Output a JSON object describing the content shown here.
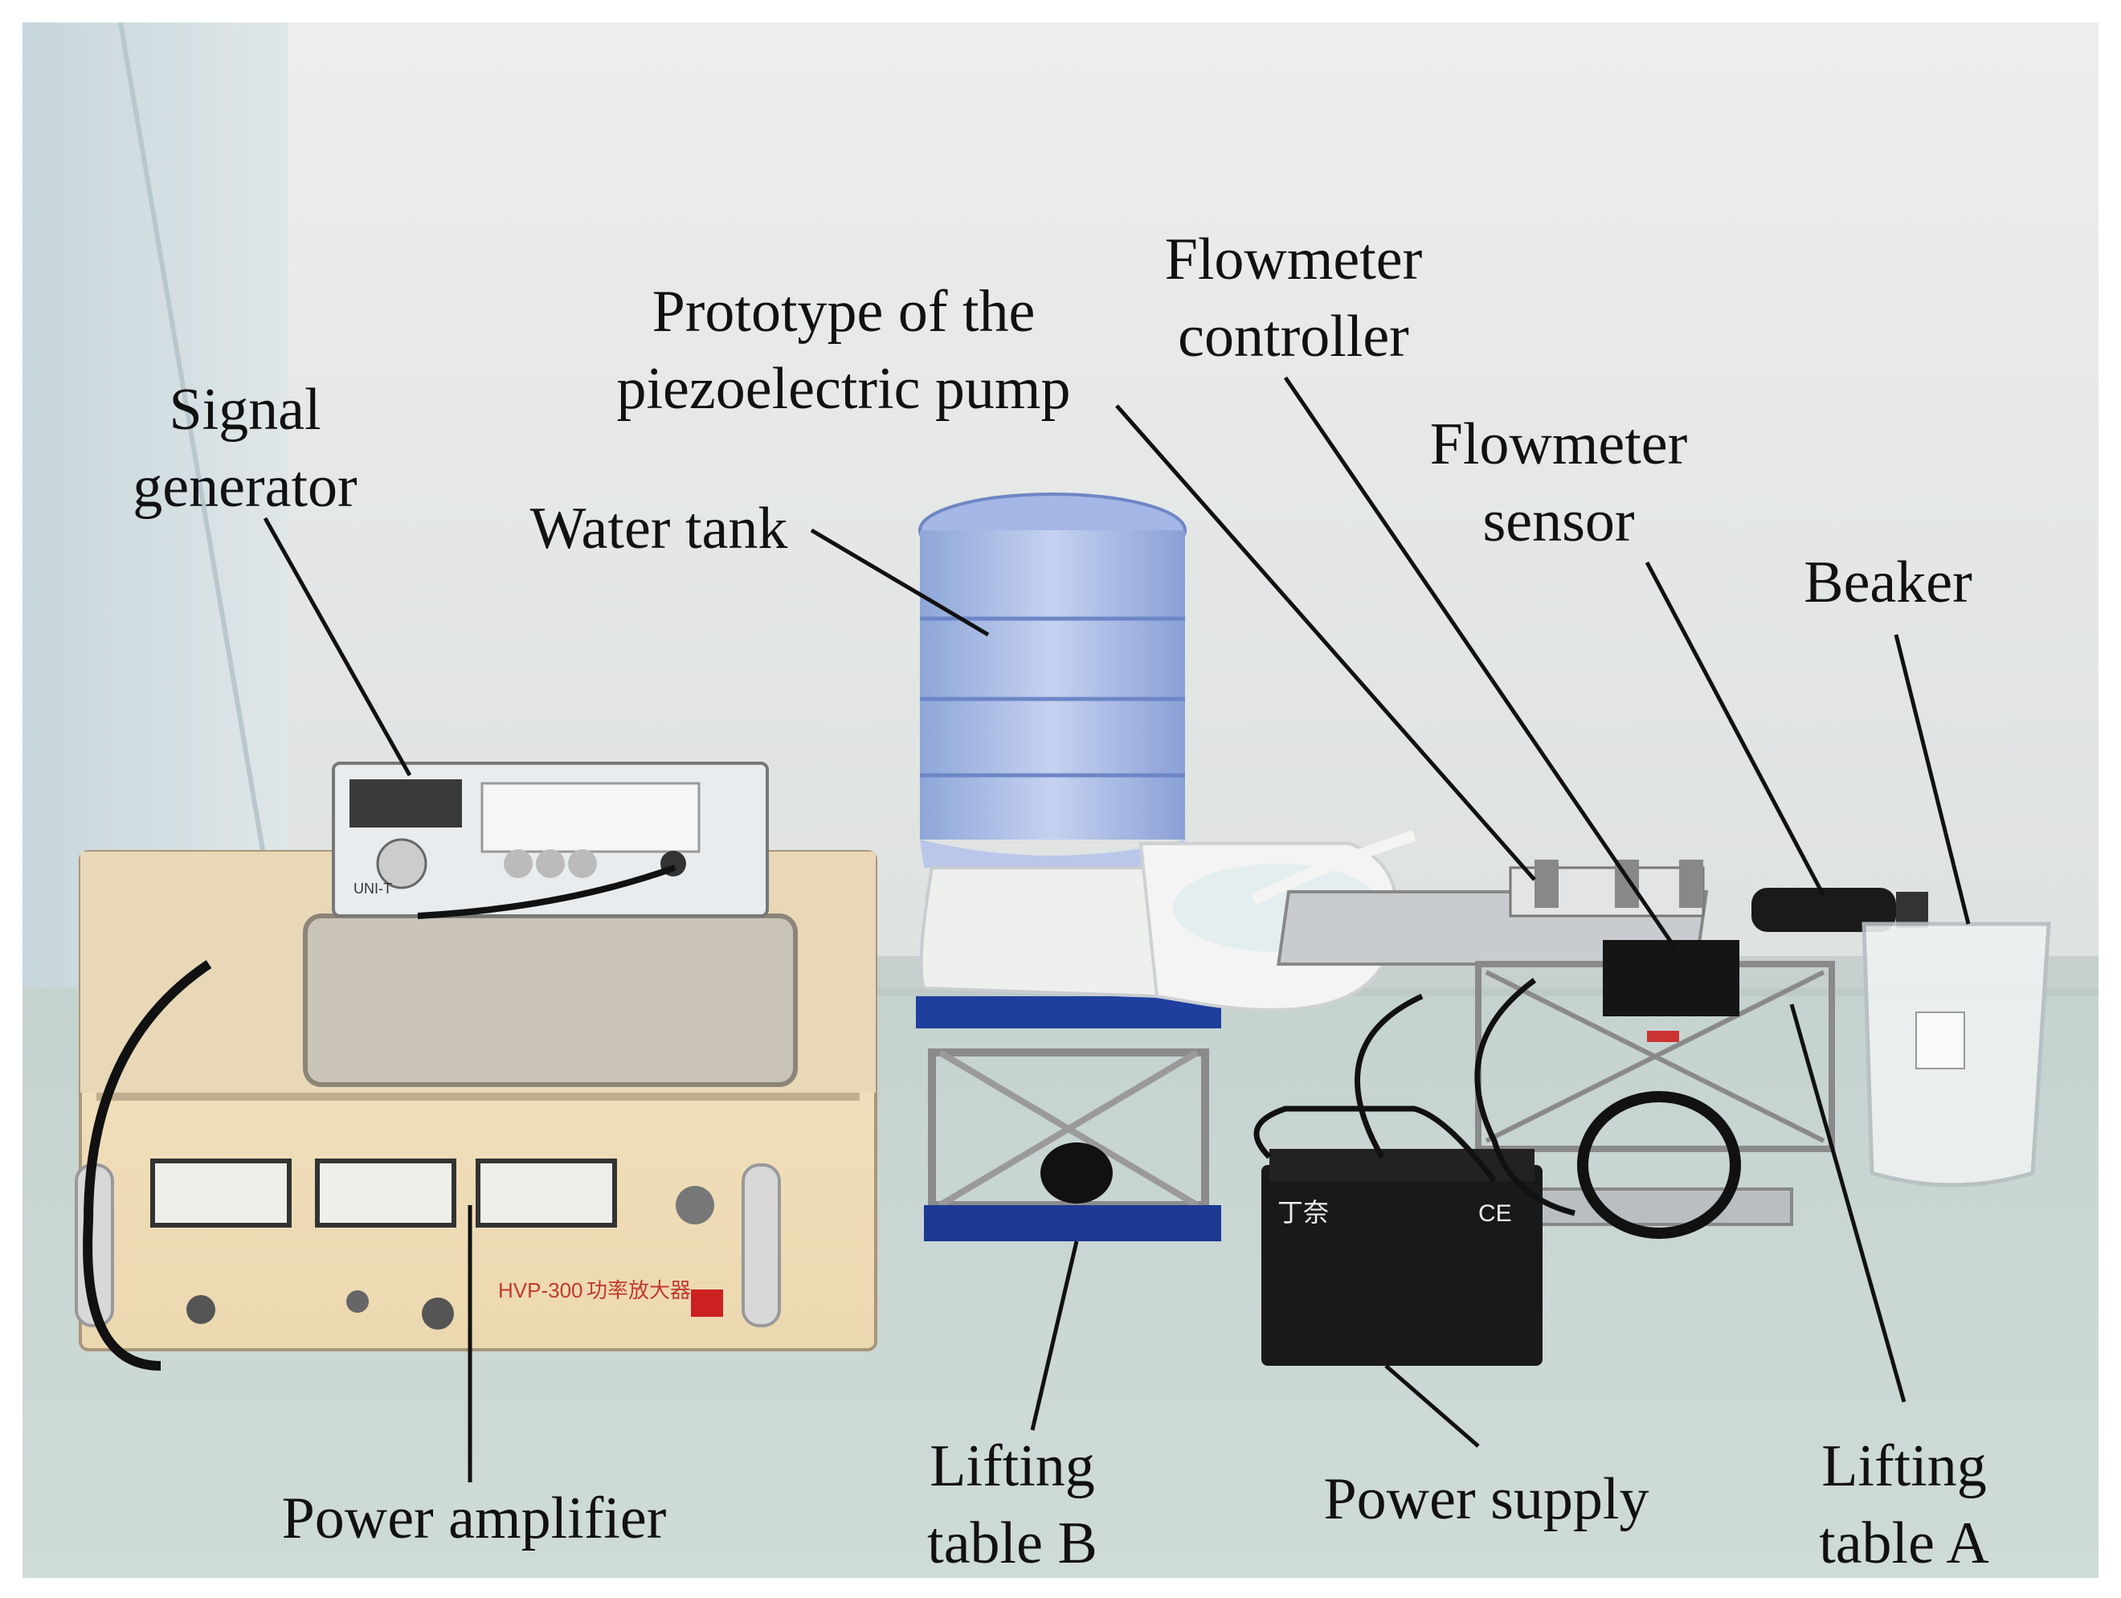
{
  "labels": {
    "signal_generator": "Signal\ngenerator",
    "prototype_pump": "Prototype of the\npiezoelectric pump",
    "flowmeter_controller": "Flowmeter\ncontroller",
    "flowmeter_sensor": "Flowmeter\nsensor",
    "water_tank": "Water tank",
    "beaker": "Beaker",
    "power_amplifier": "Power amplifier",
    "lifting_table_b": "Lifting\ntable B",
    "power_supply": "Power supply",
    "lifting_table_a": "Lifting\ntable A"
  },
  "devices": {
    "signal_generator_brand": "UNI-T",
    "amplifier_model": "HVP-300",
    "amplifier_name": "功率放大器",
    "battery_brand": "丁奈",
    "battery_ce": "CE"
  }
}
